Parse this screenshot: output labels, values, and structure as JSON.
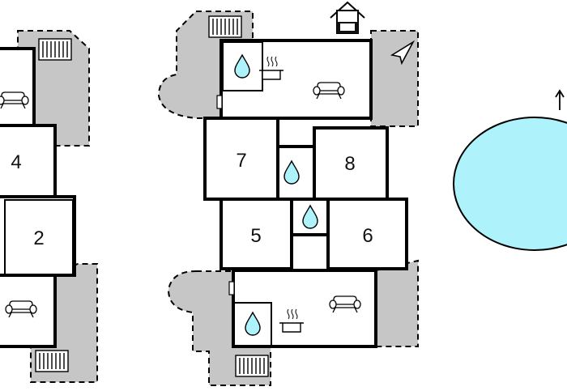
{
  "floorplan": {
    "rooms": [
      {
        "id": "room-4",
        "label": "4"
      },
      {
        "id": "room-2",
        "label": "2"
      },
      {
        "id": "room-7",
        "label": "7"
      },
      {
        "id": "room-8",
        "label": "8"
      },
      {
        "id": "room-5",
        "label": "5"
      },
      {
        "id": "room-6",
        "label": "6"
      }
    ],
    "icons": [
      "sofa-icon",
      "water-drop-icon",
      "cooking-pot-icon",
      "radiator-icon",
      "house-icon",
      "compass-arrow-icon",
      "north-arrow-icon"
    ],
    "colors": {
      "terrace": "#c6c6c6",
      "pool": "#aef3fb",
      "wall": "#000000",
      "water": "#aef3fb"
    }
  }
}
